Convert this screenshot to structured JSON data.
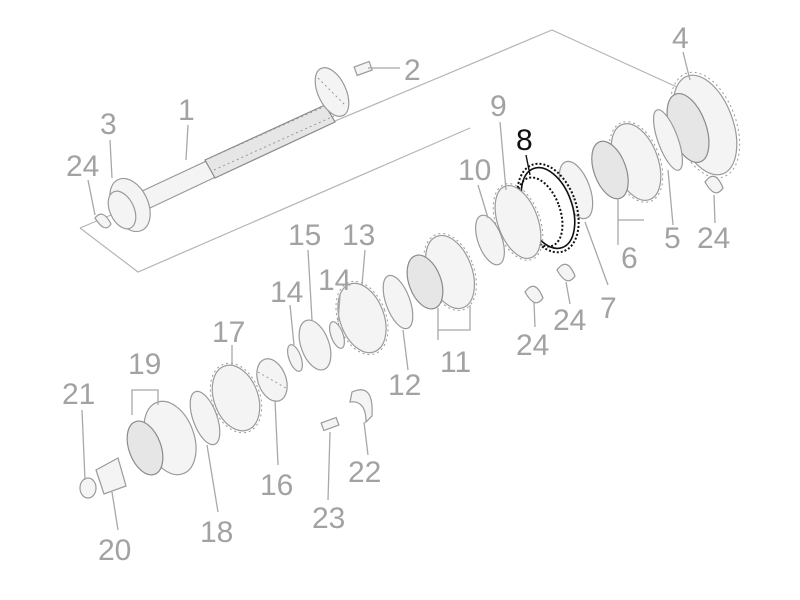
{
  "diagram": {
    "highlighted_part": "8",
    "colors": {
      "label": "#a2a2a2",
      "highlight": "#111111",
      "line": "#9a9a9a"
    },
    "labels": {
      "p1": "1",
      "p2": "2",
      "p3": "3",
      "p4": "4",
      "p5": "5",
      "p6": "6",
      "p7": "7",
      "p8": "8",
      "p9": "9",
      "p10": "10",
      "p11": "11",
      "p12": "12",
      "p13": "13",
      "p14a": "14",
      "p14b": "14",
      "p15": "15",
      "p16": "16",
      "p17": "17",
      "p18": "18",
      "p19": "19",
      "p20": "20",
      "p21": "21",
      "p22": "22",
      "p23": "23",
      "p24a": "24",
      "p24b": "24",
      "p24c": "24",
      "p24d": "24"
    }
  }
}
